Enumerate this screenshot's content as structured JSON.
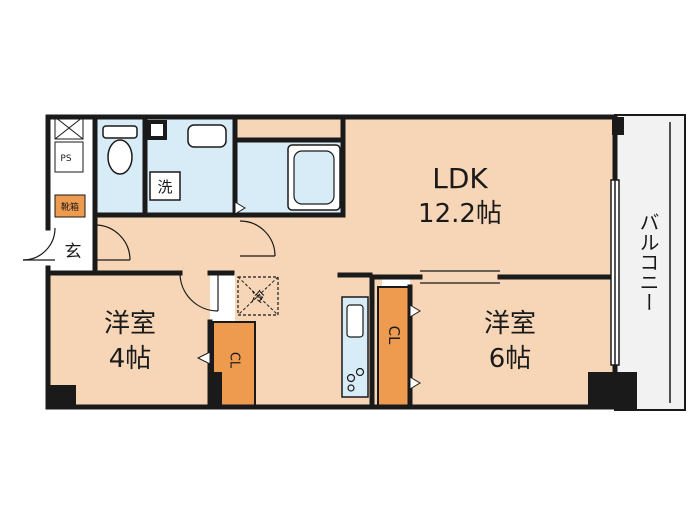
{
  "rooms": {
    "ldk": {
      "name": "LDK",
      "size": "12.2帖"
    },
    "western_left": {
      "name": "洋室",
      "size": "4帖"
    },
    "western_right": {
      "name": "洋室",
      "size": "6帖"
    }
  },
  "labels": {
    "balcony": "バルコニー",
    "entrance": "玄",
    "laundry": "洗",
    "fridge": "冷",
    "ps": "PS",
    "shoe_box": "靴箱",
    "closet_left": "CL",
    "closet_right": "CL"
  },
  "colors": {
    "room_fill": "#f6d6b7",
    "wet_fill": "#d8ecf7",
    "closet_fill": "#ef9b4f",
    "wall": "#1a1a1a",
    "balcony_fill": "#f2f2f2"
  }
}
